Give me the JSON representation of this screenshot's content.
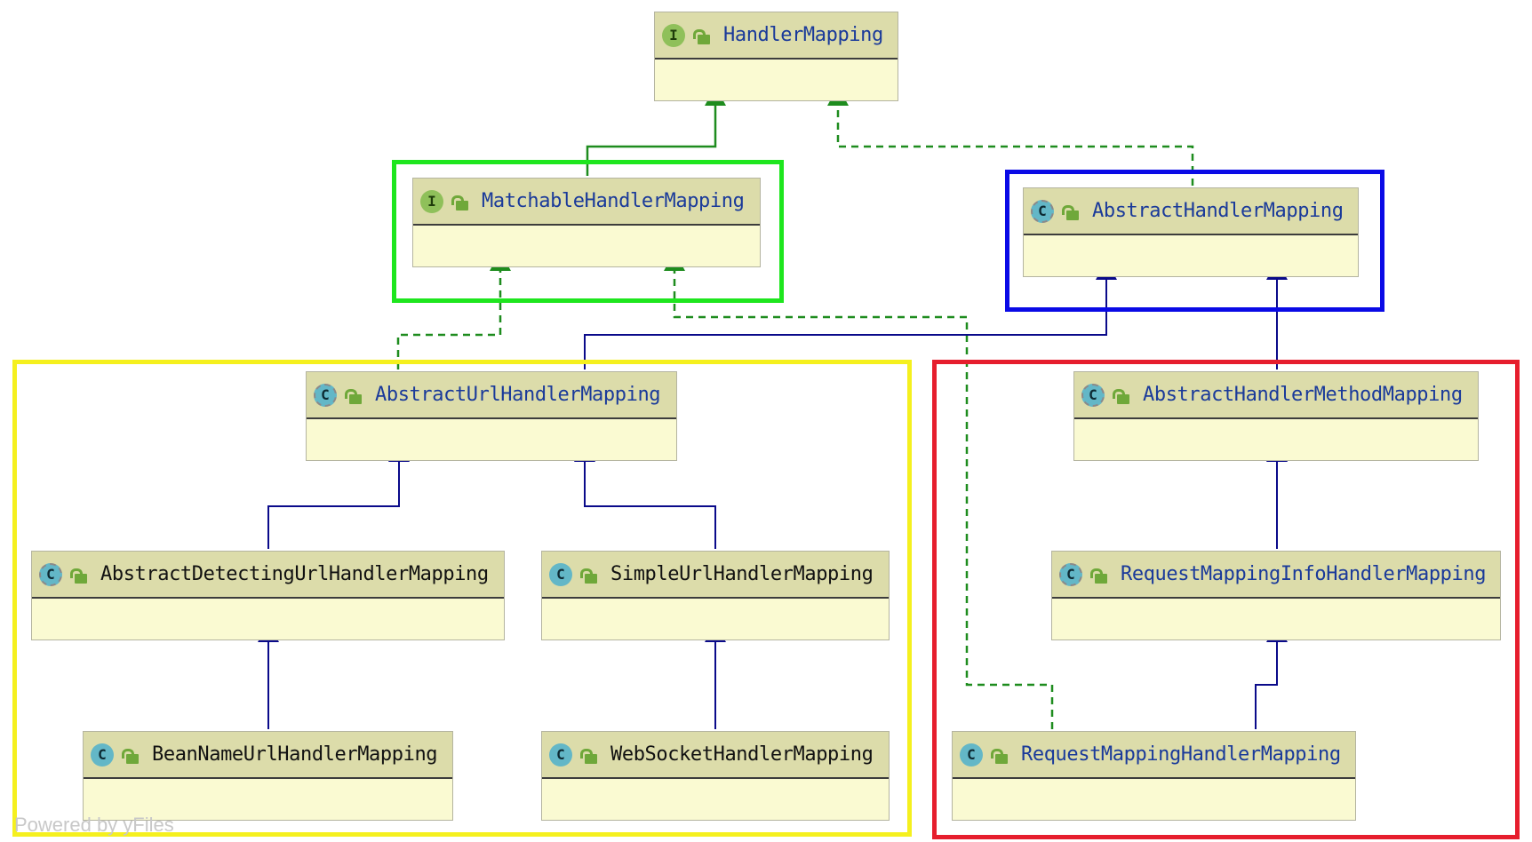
{
  "diagram": {
    "colors": {
      "extends_edge": "#1a1a8c",
      "implements_edge": "#1e8c1e",
      "group_green": "#1ee61e",
      "group_blue": "#0a0ae6",
      "group_yellow": "#f5f01e",
      "group_red": "#e61e2d"
    },
    "nodes": [
      {
        "id": "handler-mapping",
        "name": "HandlerMapping",
        "kind": "I",
        "abstract": false,
        "name_color": "blue"
      },
      {
        "id": "matchable-handler-mapping",
        "name": "MatchableHandlerMapping",
        "kind": "I",
        "abstract": false,
        "name_color": "blue"
      },
      {
        "id": "abstract-handler-mapping",
        "name": "AbstractHandlerMapping",
        "kind": "C",
        "abstract": true,
        "name_color": "blue"
      },
      {
        "id": "abstract-url-handler-mapping",
        "name": "AbstractUrlHandlerMapping",
        "kind": "C",
        "abstract": true,
        "name_color": "blue"
      },
      {
        "id": "abstract-handler-method-mapping",
        "name": "AbstractHandlerMethodMapping",
        "kind": "C",
        "abstract": true,
        "name_color": "blue"
      },
      {
        "id": "abstract-detecting-url-handler-mapping",
        "name": "AbstractDetectingUrlHandlerMapping",
        "kind": "C",
        "abstract": true,
        "name_color": "black"
      },
      {
        "id": "simple-url-handler-mapping",
        "name": "SimpleUrlHandlerMapping",
        "kind": "C",
        "abstract": false,
        "name_color": "black"
      },
      {
        "id": "request-mapping-info-handler-mapping",
        "name": "RequestMappingInfoHandlerMapping",
        "kind": "C",
        "abstract": true,
        "name_color": "blue"
      },
      {
        "id": "bean-name-url-handler-mapping",
        "name": "BeanNameUrlHandlerMapping",
        "kind": "C",
        "abstract": false,
        "name_color": "black"
      },
      {
        "id": "web-socket-handler-mapping",
        "name": "WebSocketHandlerMapping",
        "kind": "C",
        "abstract": false,
        "name_color": "black"
      },
      {
        "id": "request-mapping-handler-mapping",
        "name": "RequestMappingHandlerMapping",
        "kind": "C",
        "abstract": false,
        "name_color": "blue"
      }
    ],
    "edges": [
      {
        "from": "matchable-handler-mapping",
        "to": "handler-mapping",
        "type": "extends-interface"
      },
      {
        "from": "abstract-handler-mapping",
        "to": "handler-mapping",
        "type": "implements"
      },
      {
        "from": "abstract-url-handler-mapping",
        "to": "matchable-handler-mapping",
        "type": "implements"
      },
      {
        "from": "abstract-url-handler-mapping",
        "to": "abstract-handler-mapping",
        "type": "extends"
      },
      {
        "from": "request-mapping-handler-mapping",
        "to": "matchable-handler-mapping",
        "type": "implements"
      },
      {
        "from": "abstract-handler-method-mapping",
        "to": "abstract-handler-mapping",
        "type": "extends"
      },
      {
        "from": "abstract-detecting-url-handler-mapping",
        "to": "abstract-url-handler-mapping",
        "type": "extends"
      },
      {
        "from": "simple-url-handler-mapping",
        "to": "abstract-url-handler-mapping",
        "type": "extends"
      },
      {
        "from": "bean-name-url-handler-mapping",
        "to": "abstract-detecting-url-handler-mapping",
        "type": "extends"
      },
      {
        "from": "web-socket-handler-mapping",
        "to": "simple-url-handler-mapping",
        "type": "extends"
      },
      {
        "from": "request-mapping-info-handler-mapping",
        "to": "abstract-handler-method-mapping",
        "type": "extends"
      },
      {
        "from": "request-mapping-handler-mapping",
        "to": "request-mapping-info-handler-mapping",
        "type": "extends"
      }
    ],
    "watermark": "Powered by yFiles"
  }
}
